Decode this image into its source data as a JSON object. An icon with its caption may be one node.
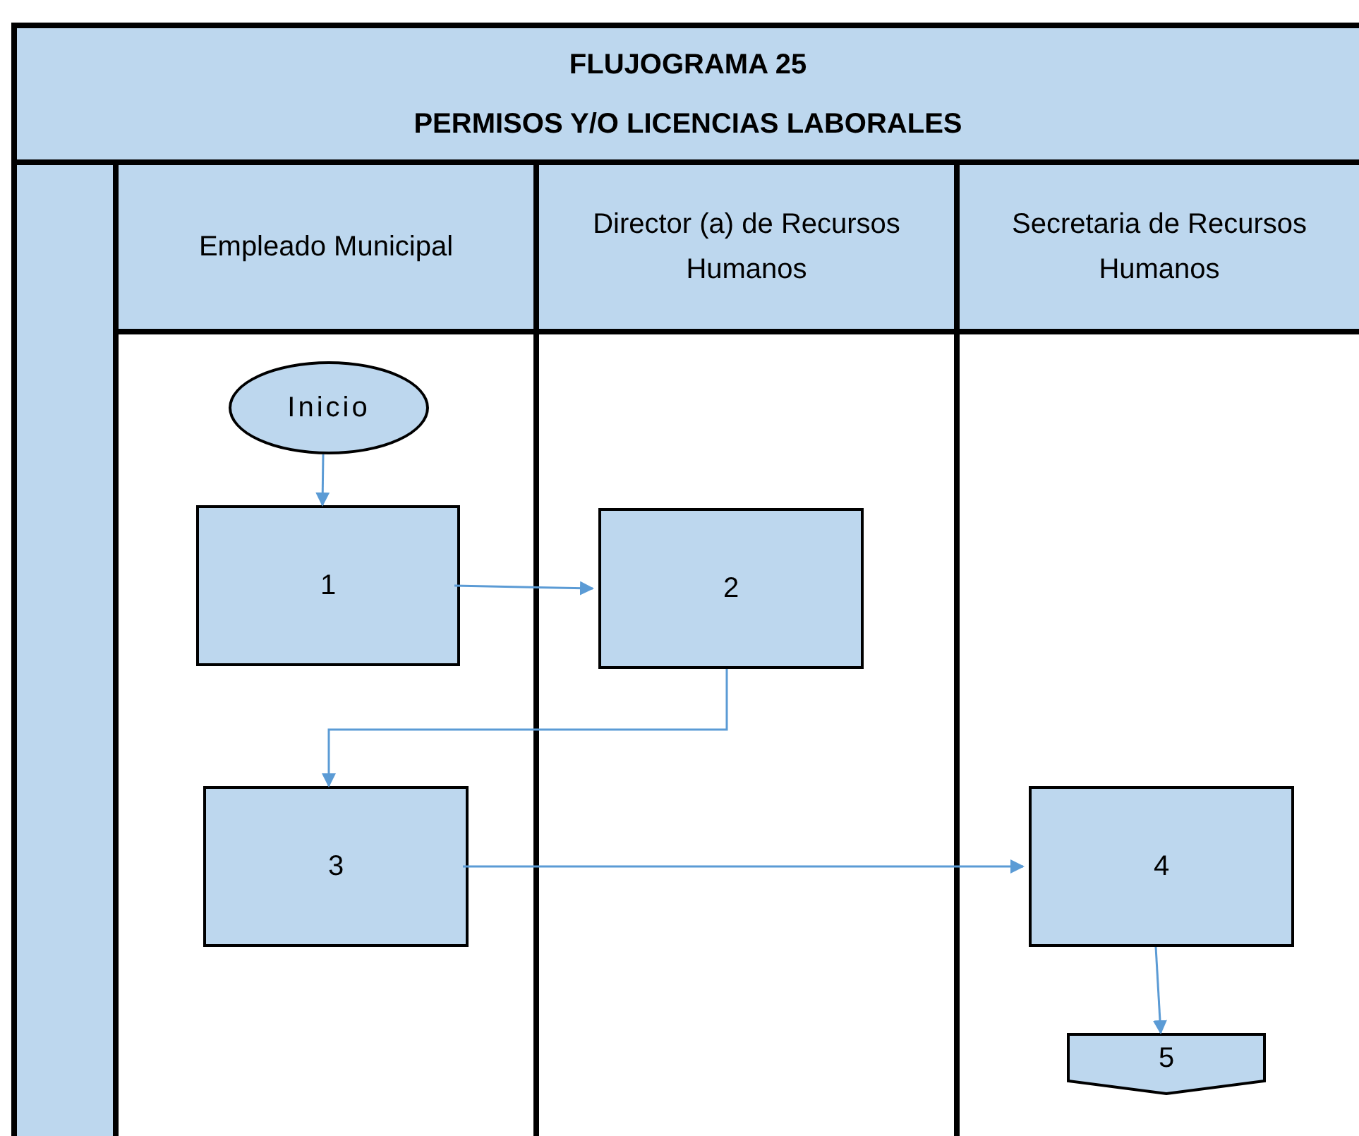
{
  "diagram": {
    "title": "FLUJOGRAMA 25",
    "nodes": [
      {
        "text": [
          "Empleado Municipal"
        ]
      },
      {
        "text": [
          "Director (a) de Recursos Humanos"
        ]
      },
      {
        "text": [
          "Secretaria de Recursos Humanos"
        ]
      },
      {
        "text": [
          "Inicio"
        ],
        "in": 0
      },
      {
        "text": [
          "1"
        ],
        "in": 0
      },
      {
        "text": [
          "2"
        ],
        "in": 1
      },
      {
        "text": [
          "3"
        ],
        "in": 0
      },
      {
        "text": [
          "4"
        ],
        "in": 2
      },
      {
        "text": [
          "5"
        ],
        "in": 2
      }
    ],
    "edges": [
      {
        "from": 3,
        "to": 4,
        "arrow": "to"
      },
      {
        "from": 4,
        "to": 5,
        "arrow": "to"
      },
      {
        "from": 5,
        "to": 6,
        "arrow": "to"
      },
      {
        "from": 6,
        "to": 7,
        "arrow": "to"
      },
      {
        "from": 7,
        "to": 8,
        "arrow": "to"
      }
    ],
    "labels": [
      "PERMISOS Y/O LICENCIAS LABORALES"
    ]
  }
}
